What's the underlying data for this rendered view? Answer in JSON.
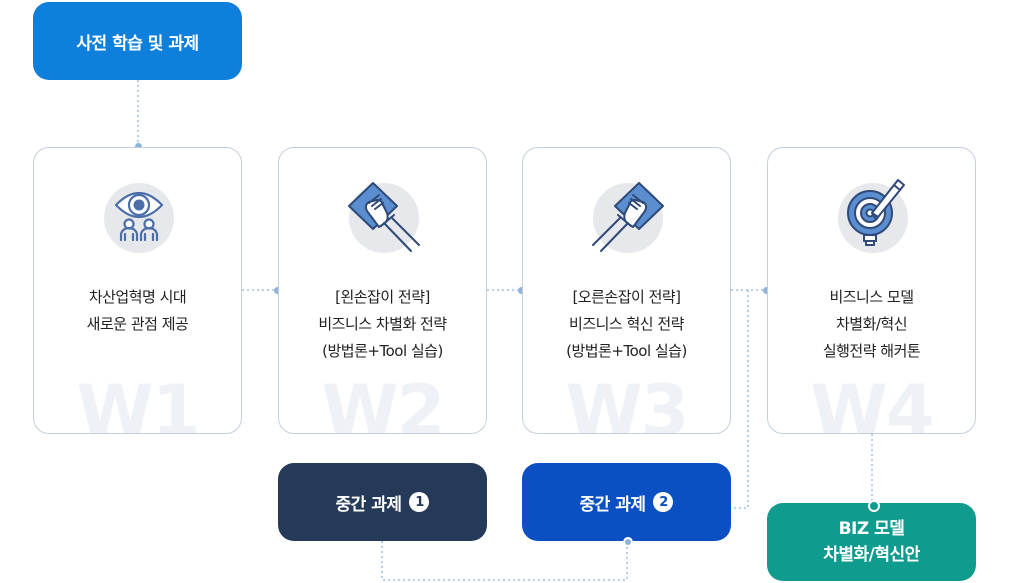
{
  "top": {
    "label": "사전 학습 및 과제"
  },
  "weeks": [
    {
      "watermark": "W1",
      "lines": [
        "차산업혁명 시대",
        "새로운 관점 제공"
      ]
    },
    {
      "watermark": "W2",
      "lines": [
        "[왼손잡이 전략]",
        "비즈니스 차별화 전략",
        "(방법론+Tool 실습)"
      ]
    },
    {
      "watermark": "W3",
      "lines": [
        "[오른손잡이 전략]",
        "비즈니스 혁신 전략",
        "(방법론+Tool 실습)"
      ]
    },
    {
      "watermark": "W4",
      "lines": [
        "비즈니스 모델",
        "차별화/혁신",
        "실행전략 해커톤"
      ]
    }
  ],
  "midterms": [
    {
      "label": "중간 과제",
      "number": "1"
    },
    {
      "label": "중간 과제",
      "number": "2"
    }
  ],
  "final": {
    "lines": [
      "BIZ 모델",
      "차별화/혁신안"
    ]
  },
  "icons": [
    "eye-people-icon",
    "left-hand-cloth-icon",
    "right-hand-cloth-icon",
    "target-pencil-icon"
  ],
  "colors": {
    "top": "#0f7fdc",
    "midterm1": "#243a58",
    "midterm2": "#0a50c2",
    "final": "#0f9b8e",
    "icon_blue": "#4b6ea8",
    "connector": "#8fb3db"
  }
}
